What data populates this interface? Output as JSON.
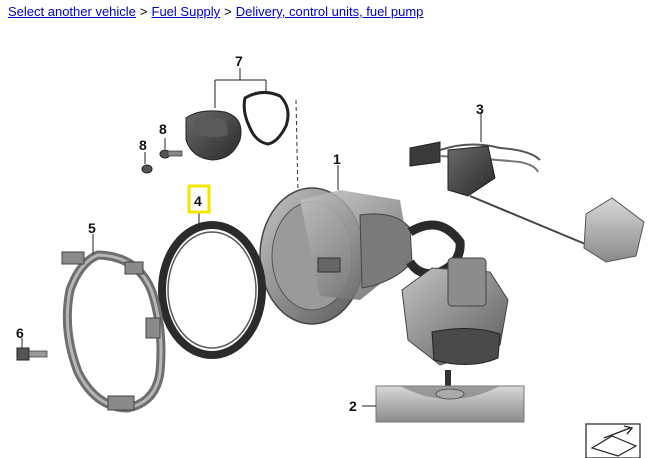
{
  "breadcrumb": {
    "items": [
      "Select another vehicle",
      "Fuel Supply",
      "Delivery, control units, fuel pump"
    ],
    "separator": ">"
  },
  "diagram": {
    "callouts": [
      "7",
      "8",
      "8",
      "3",
      "1",
      "4",
      "5",
      "6",
      "2"
    ],
    "highlighted_callout": "4",
    "highlight_color": "#f2e600",
    "link_color": "#0000cc"
  }
}
